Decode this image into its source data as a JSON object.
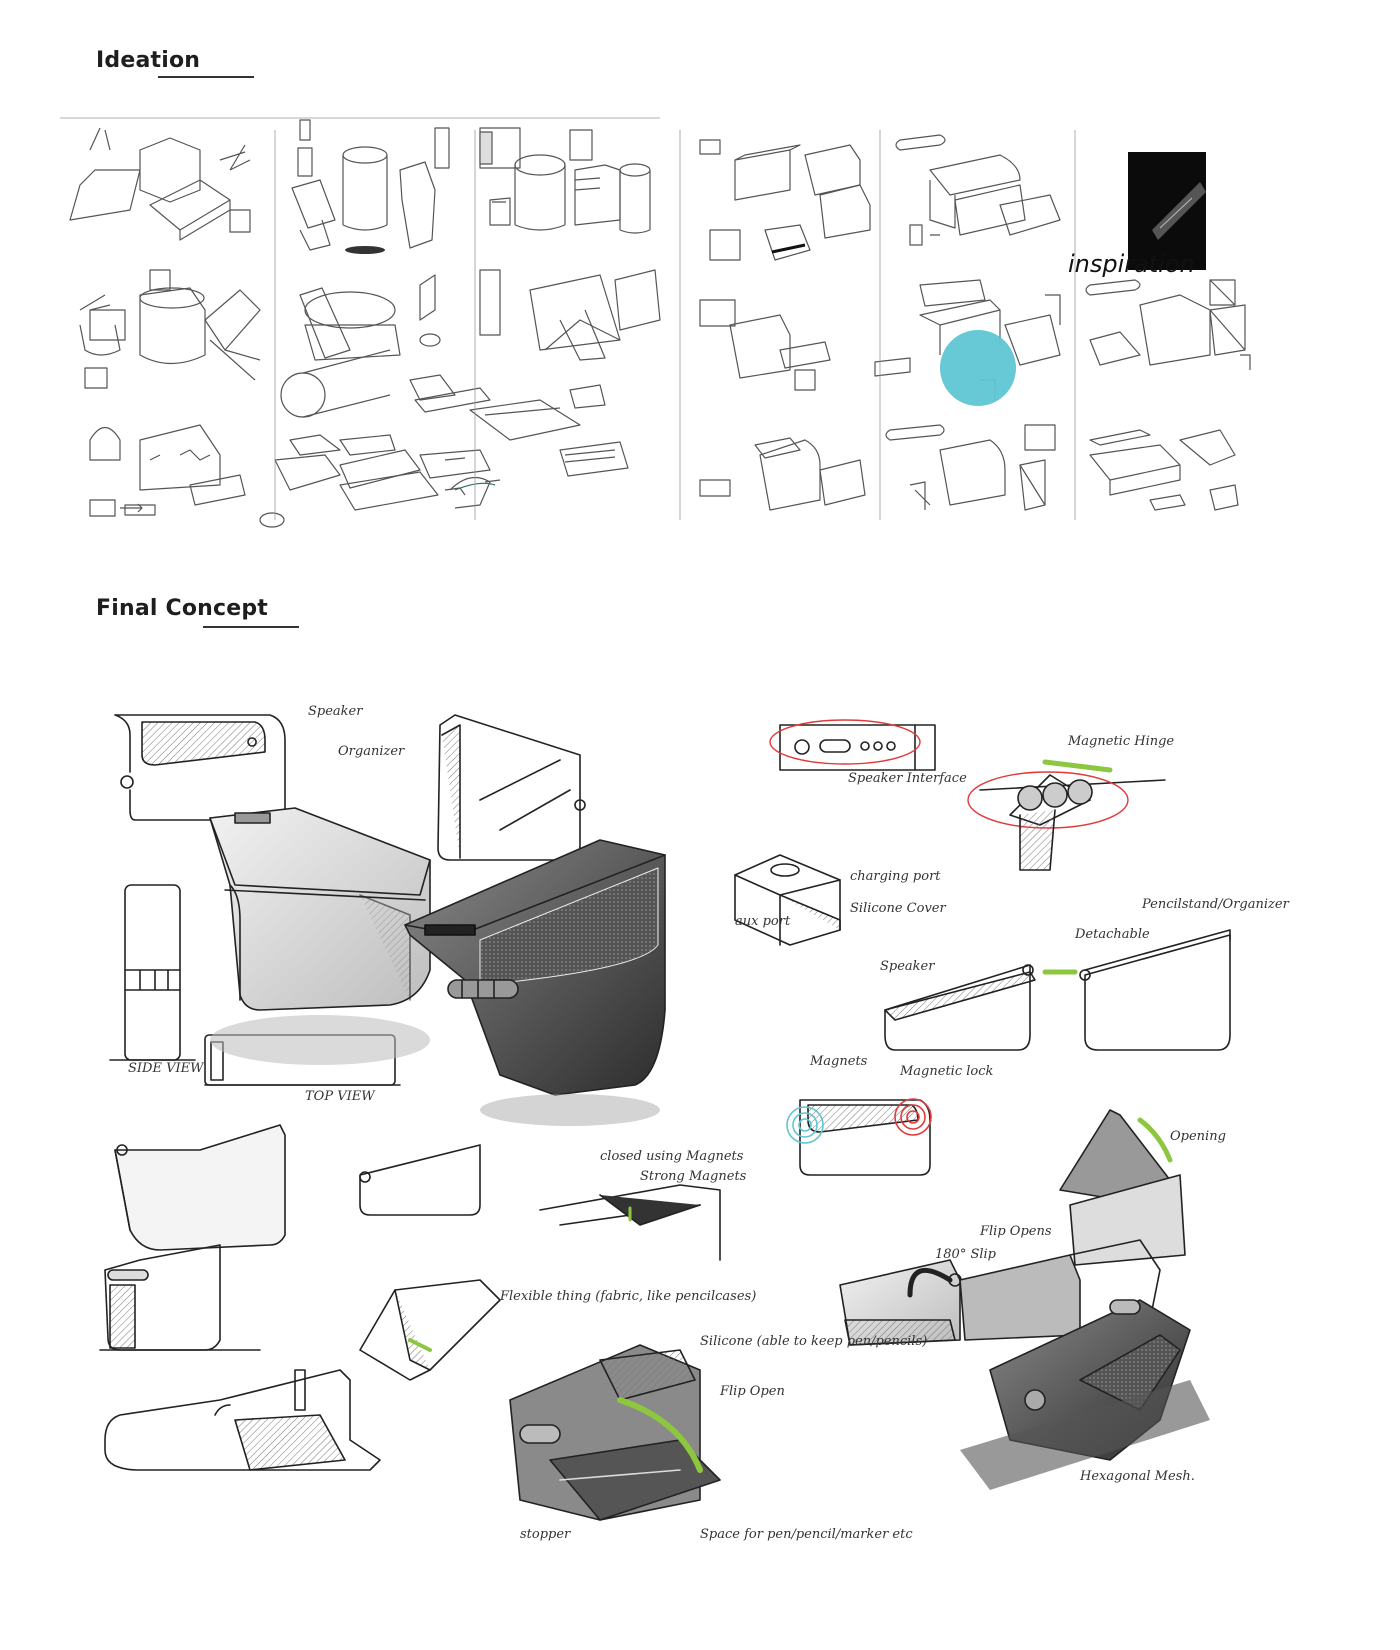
{
  "sections": {
    "ideation": {
      "heading": "Ideation"
    },
    "final_concept": {
      "heading": "Final Concept"
    }
  },
  "ideation": {
    "inspiration_label": "inspiration",
    "accent_circle_color": "#5ec6d3"
  },
  "final_concept": {
    "annotations": {
      "speaker_top": "Speaker",
      "organizer": "Organizer",
      "side_view": "SIDE VIEW",
      "top_view": "TOP VIEW",
      "speaker_interface": "Speaker Interface",
      "magnetic_hinge": "Magnetic Hinge",
      "charging_port": "charging port",
      "aux_port": "aux port",
      "silicone_cover": "Silicone Cover",
      "pencilstand_organizer": "Pencilstand/Organizer",
      "detachable": "Detachable",
      "speaker_mid": "Speaker",
      "magnets": "Magnets",
      "magnetic_lock": "Magnetic lock",
      "opening": "Opening",
      "closed_using_magnets": "closed using Magnets",
      "strong_magnets": "Strong Magnets",
      "flexible_thing": "Flexible thing (fabric, like pencilcases)",
      "flip_opens": "Flip Opens",
      "slip_180": "180° Slip",
      "silicone_note": "Silicone (able to keep pen/pencils)",
      "flip_open": "Flip Open",
      "space_for": "Space for pen/pencil/marker etc",
      "stopper": "stopper",
      "hexagonal_mesh": "Hexagonal Mesh."
    },
    "accent_green": "#8dc63f",
    "accent_red": "#e03a3a",
    "accent_blue": "#5ec6d3"
  }
}
